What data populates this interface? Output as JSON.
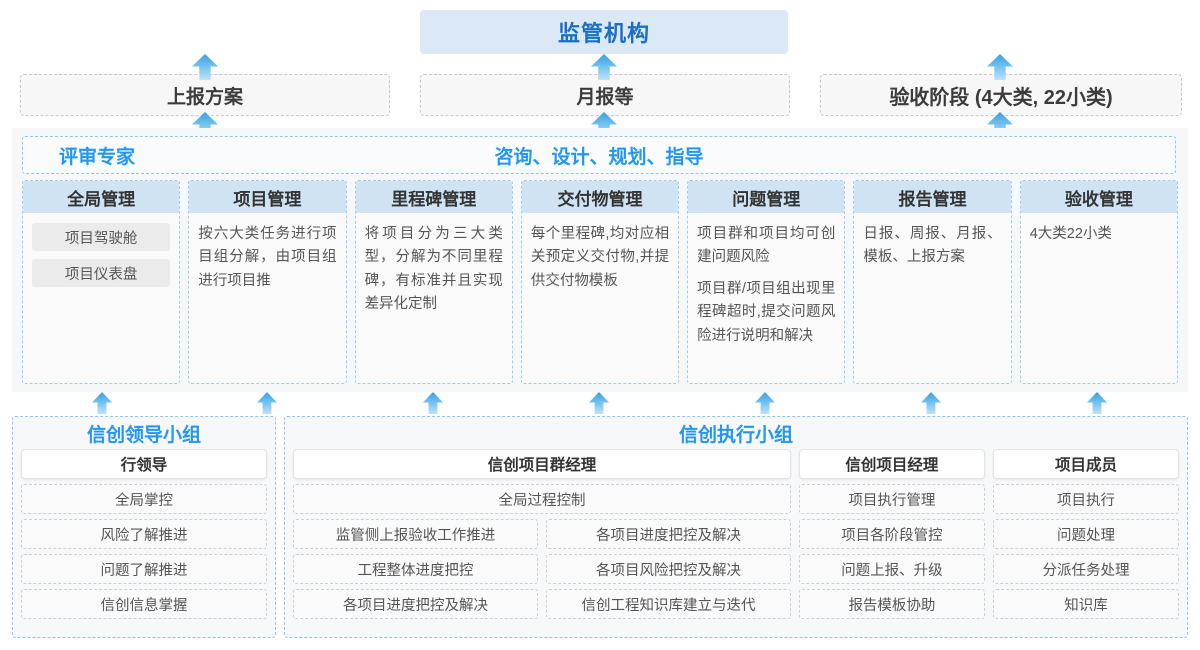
{
  "top": {
    "regulator": "监管机构",
    "documents": [
      {
        "label": "上报方案"
      },
      {
        "label": "月报等"
      },
      {
        "label": "验收阶段 (4大类, 22小类)"
      }
    ]
  },
  "middle": {
    "role_left": "评审专家",
    "role_right": "咨询、设计、规划、指导",
    "columns": [
      {
        "header": "全局管理",
        "tags": [
          "项目驾驶舱",
          "项目仪表盘"
        ],
        "paragraphs": []
      },
      {
        "header": "项目管理",
        "tags": [],
        "paragraphs": [
          "按六大类任务进行项目组分解，由项目组进行项目推"
        ]
      },
      {
        "header": "里程碑管理",
        "tags": [],
        "paragraphs": [
          "将项目分为三大类型，分解为不同里程碑，有标准并且实现差异化定制"
        ]
      },
      {
        "header": "交付物管理",
        "tags": [],
        "paragraphs": [
          "每个里程碑,均对应相关预定义交付物,并提供交付物模板"
        ]
      },
      {
        "header": "问题管理",
        "tags": [],
        "paragraphs": [
          "项目群和项目均可创建问题风险",
          "项目群/项目组出现里程碑超时,提交问题风险进行说明和解决"
        ]
      },
      {
        "header": "报告管理",
        "tags": [],
        "paragraphs": [
          "日报、周报、月报、模板、上报方案"
        ]
      },
      {
        "header": "验收管理",
        "tags": [],
        "paragraphs": [
          "4大类22小类"
        ]
      }
    ]
  },
  "bottom": {
    "leader_group": {
      "title": "信创领导小组",
      "person": "行领导",
      "duties": [
        "全局掌控",
        "风险了解推进",
        "问题了解推进",
        "信创信息掌握"
      ]
    },
    "exec_group": {
      "title": "信创执行小组",
      "program_manager": {
        "person": "信创项目群经理",
        "full_width_duty": "全局过程控制",
        "duty_pairs": [
          [
            "监管侧上报验收工作推进",
            "各项目进度把控及解决"
          ],
          [
            "工程整体进度把控",
            "各项目风险把控及解决"
          ],
          [
            "各项目进度把控及解决",
            "信创工程知识库建立与迭代"
          ]
        ]
      },
      "project_manager": {
        "person": "信创项目经理",
        "duties": [
          "项目执行管理",
          "项目各阶段管控",
          "问题上报、升级",
          "报告模板协助"
        ]
      },
      "member": {
        "person": "项目成员",
        "duties": [
          "项目执行",
          "问题处理",
          "分派任务处理",
          "知识库"
        ]
      }
    }
  },
  "arrows": {
    "to_regulator_count": 3,
    "to_middle_count": 7
  },
  "colors": {
    "accent_blue": "#2196f3",
    "header_blue": "#cfe3f3",
    "top_box_blue": "#dbe9f7",
    "arrow_top": "#3a9fe0",
    "arrow_bottom": "#bfe2f7"
  }
}
